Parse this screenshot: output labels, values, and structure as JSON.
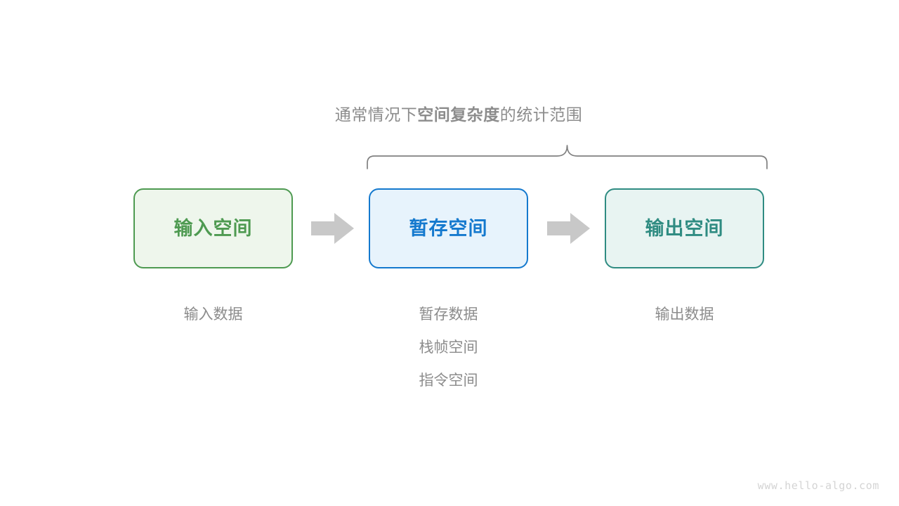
{
  "diagram": {
    "scope_caption": {
      "lead": "通常情况下",
      "emphasis": "空间复杂度",
      "tail": "的统计范围"
    },
    "brace": {
      "name": "scope-brace",
      "color": "#808080"
    },
    "arrow_color": "#c8c8c8",
    "stages": [
      {
        "key": "input",
        "box_label": "输入空间",
        "border_color": "#4e9a51",
        "fill_color": "#eef6ec",
        "text_color": "#4e9a51",
        "captions": [
          "输入数据"
        ]
      },
      {
        "key": "temporary",
        "box_label": "暂存空间",
        "border_color": "#1479ce",
        "fill_color": "#e7f3fc",
        "text_color": "#1479ce",
        "captions": [
          "暂存数据",
          "栈帧空间",
          "指令空间"
        ]
      },
      {
        "key": "output",
        "box_label": "输出空间",
        "border_color": "#2f8c82",
        "fill_color": "#e8f4f2",
        "text_color": "#2f8c82",
        "captions": [
          "输出数据"
        ]
      }
    ],
    "arrows": [
      {
        "key": "arrow-input-to-temporary"
      },
      {
        "key": "arrow-temporary-to-output"
      }
    ],
    "watermark": "www.hello-algo.com"
  }
}
